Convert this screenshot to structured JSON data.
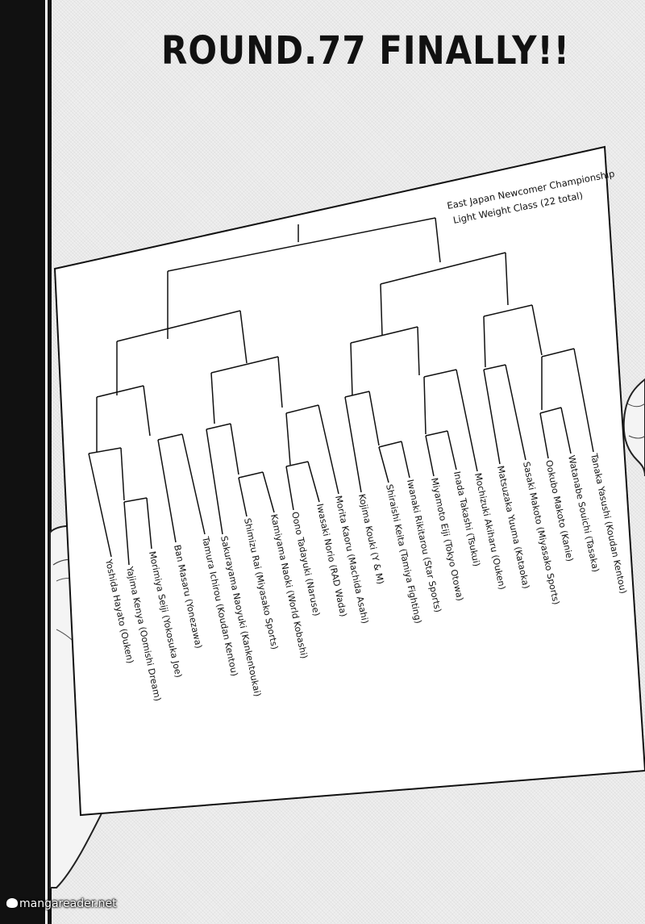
{
  "page": {
    "title": "ROUND.77 FINALLY!!",
    "watermark": "mangareader.net"
  },
  "bracket": {
    "heading_line1": "East Japan Newcomer Championship",
    "heading_line2": "Light Weight Class (22 total)",
    "entrants": [
      "Yoshida Hayato (Ouken)",
      "Yajima Kenya (Oomishi Dream)",
      "Morimiya Seiji (Yokosuka Joe)",
      "Ban Masaru (Yonezawa)",
      "Tamura Ichirou (Koudan Kentou)",
      "Sakurayama Naoyuki (Kankentoukai)",
      "Shimizu Rai (Miyasako Sports)",
      "Kamiyama Naoki (World Kobashi)",
      "Oono Tadayuki (Naruse)",
      "Iwasaki Norio (RAD Wada)",
      "Morita Kaoru (Machida Asahi)",
      "Kojima Kouki (Y & M)",
      "Shiraishi Keita (Tamiya Fighting)",
      "Iwanaki Rikitarou (Star Sports)",
      "Miyamoto Eiji (Tokyo Otowa)",
      "Inada Takashi (Tsukui)",
      "Mochizuki Akiharu (Ouken)",
      "Matsuzaka Yuuma (Kataoka)",
      "Sasaki Makoto (Miyasako Sports)",
      "Ookubo Makoto (Kanie)",
      "Watanabe Souichi (Tasaka)",
      "Tanaka Yasushi (Koudan Kentou)"
    ]
  }
}
